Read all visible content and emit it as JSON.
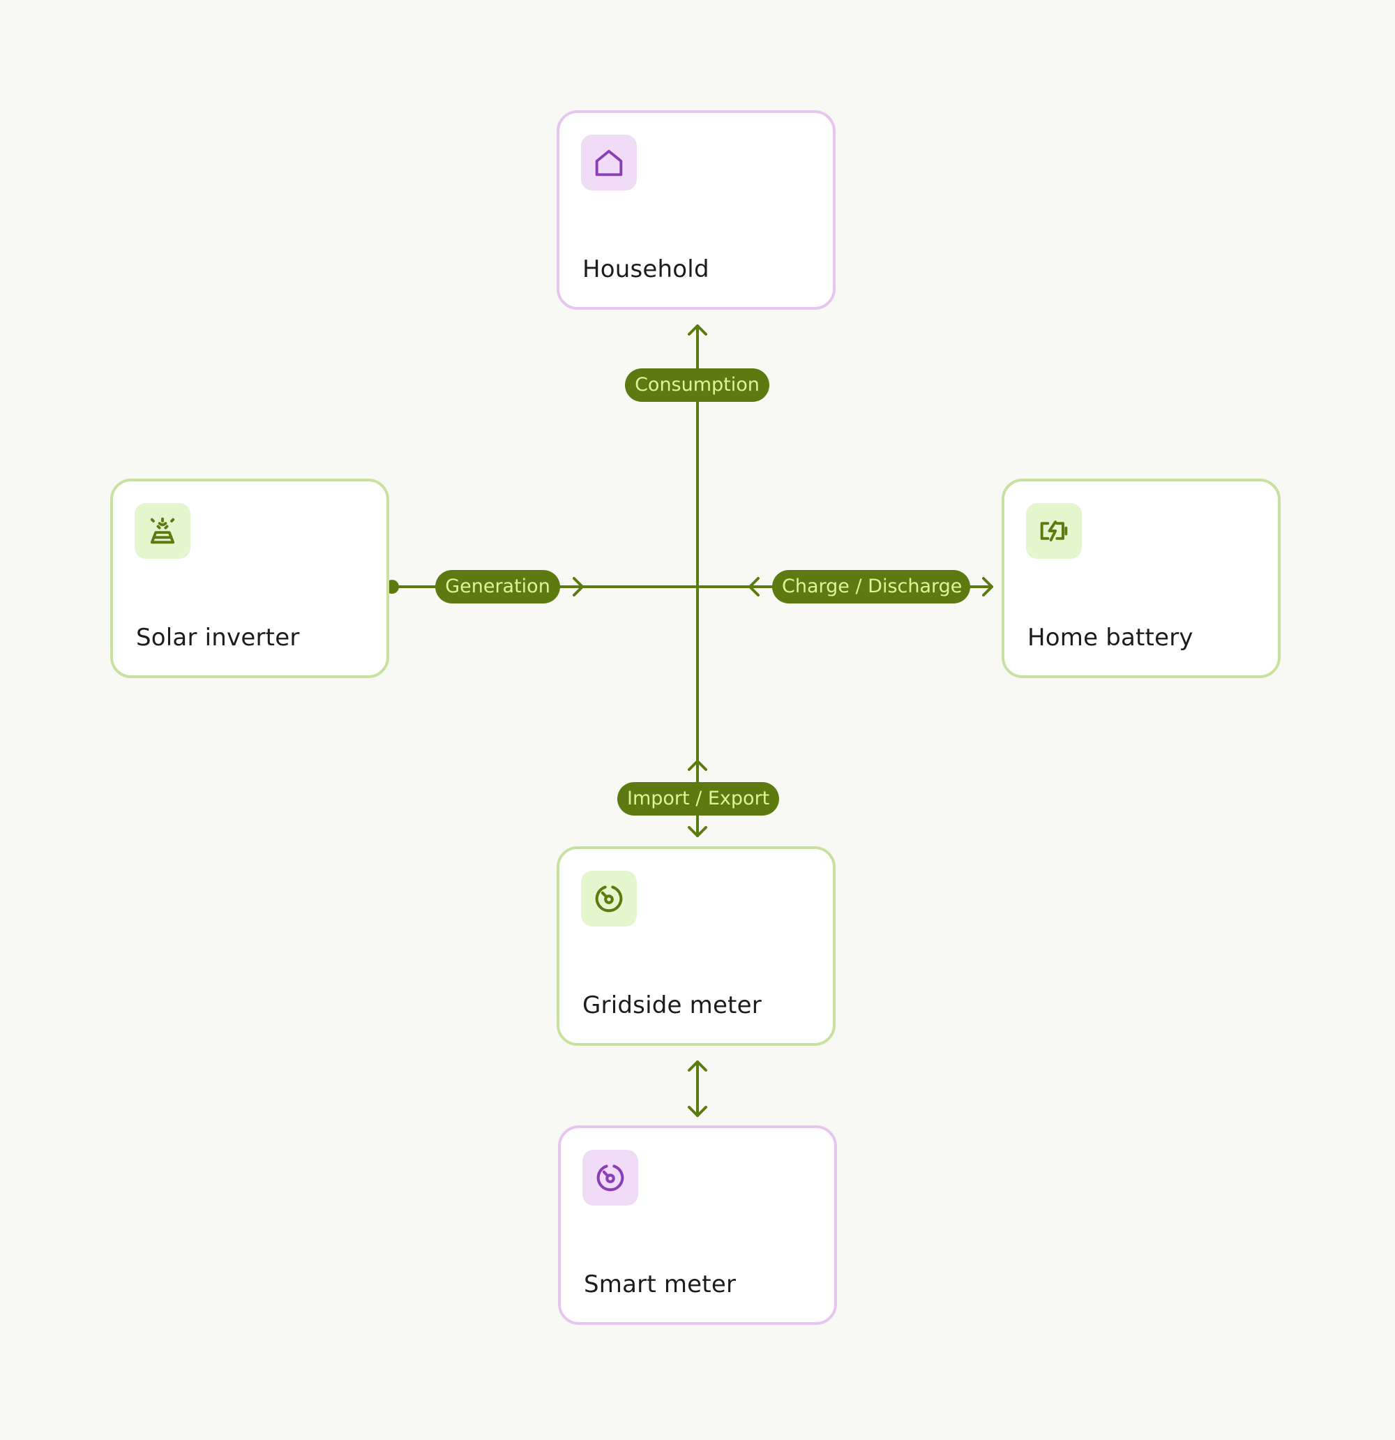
{
  "colors": {
    "background": "#f8f9f4",
    "line": "#5c7a10",
    "pill_fill": "#5c7a10",
    "pill_text": "#ddf59a",
    "green_border": "#c9e1a0",
    "purple_border": "#e6c6f0",
    "green_icon_bg": "#e4f6ce",
    "purple_icon_bg": "#f1dcf8",
    "green_icon": "#5c7a10",
    "purple_icon": "#8b3fb5"
  },
  "nodes": {
    "household": {
      "label": "Household",
      "icon": "house-icon",
      "theme": "purple"
    },
    "solar_inverter": {
      "label": "Solar inverter",
      "icon": "solar-panel-icon",
      "theme": "green"
    },
    "home_battery": {
      "label": "Home battery",
      "icon": "battery-charging-icon",
      "theme": "green"
    },
    "gridside_meter": {
      "label": "Gridside meter",
      "icon": "meter-gauge-icon",
      "theme": "green"
    },
    "smart_meter": {
      "label": "Smart meter",
      "icon": "meter-gauge-icon",
      "theme": "purple"
    }
  },
  "edges": {
    "consumption": {
      "label": "Consumption"
    },
    "generation": {
      "label": "Generation"
    },
    "charge_discharge": {
      "label": "Charge / Discharge"
    },
    "import_export": {
      "label": "Import / Export"
    }
  }
}
